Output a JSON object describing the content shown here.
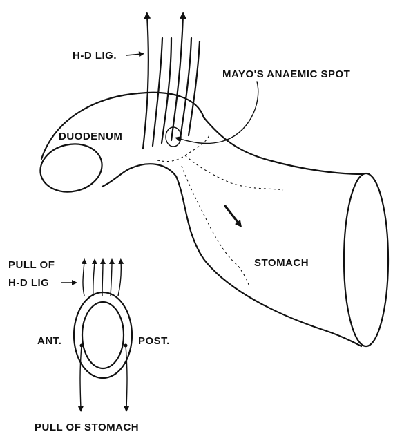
{
  "labels": {
    "hd_lig": "H-D LIG.",
    "mayos_spot": "MAYO'S ANAEMIC SPOT",
    "duodenum": "DUODENUM",
    "stomach": "STOMACH",
    "pull_of": "PULL OF",
    "hd_lig_short": "H-D LIG",
    "ant": "ANT.",
    "post": "POST.",
    "pull_of_stomach": "PULL OF STOMACH"
  }
}
